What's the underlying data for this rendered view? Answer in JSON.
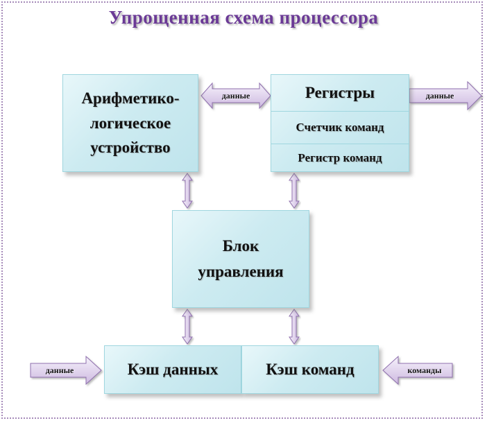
{
  "title": "Упрощенная схема процессора",
  "blocks": {
    "alu": [
      "Арифметико-",
      "логическое",
      "устройство"
    ],
    "registers": {
      "header": "Регистры",
      "items": [
        "Счетчик команд",
        "Регистр команд"
      ]
    },
    "control_unit": [
      "Блок",
      "управления"
    ],
    "data_cache": "Кэш данных",
    "instruction_cache": "Кэш команд"
  },
  "arrows": {
    "alu_registers": "данные",
    "registers_out": "данные",
    "data_in": "данные",
    "commands_in": "команды"
  },
  "colors": {
    "title": "#6b3a96",
    "box_fill": "#cdebf1",
    "box_border": "#9fd6df",
    "arrow_fill": "#e2d6ee",
    "arrow_stroke": "#8f6fae",
    "frame_border": "#a58ab9"
  }
}
